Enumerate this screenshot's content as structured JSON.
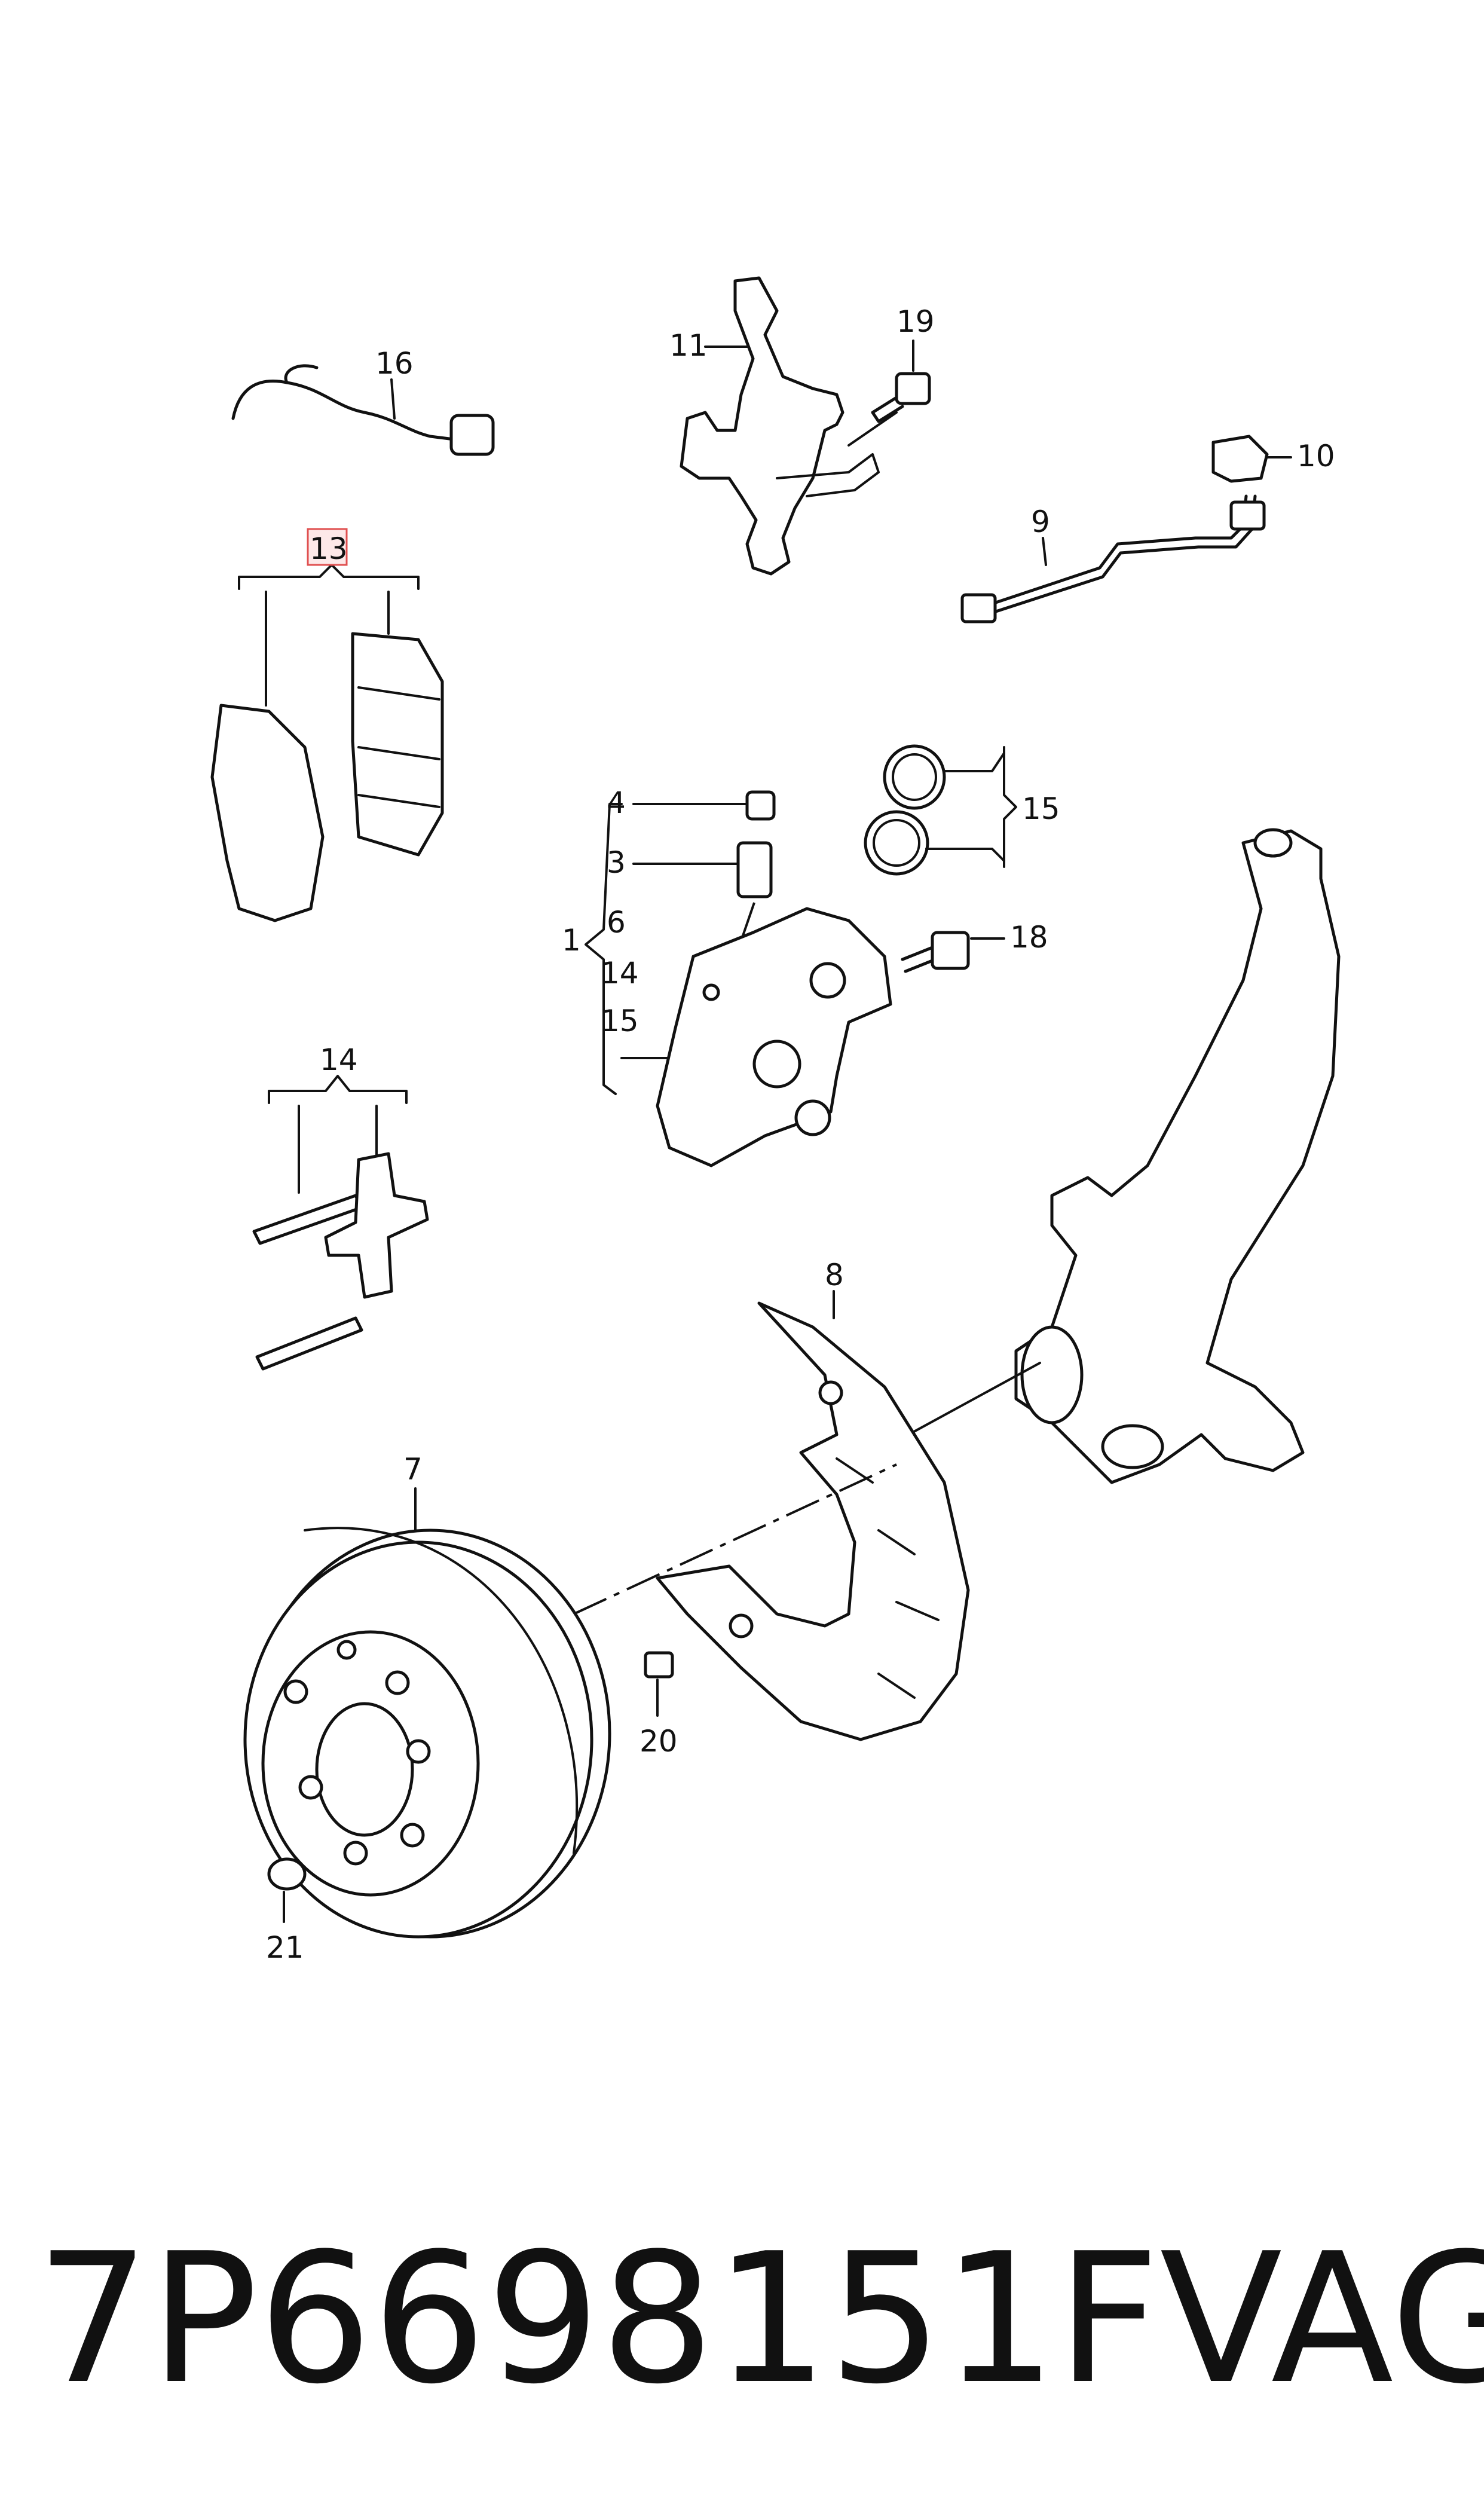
{
  "callouts": {
    "c1": "1",
    "c3": "3",
    "c4": "4",
    "c6": "6",
    "c7": "7",
    "c8": "8",
    "c9": "9",
    "c10": "10",
    "c11": "11",
    "c13": "13",
    "c14a": "14",
    "c14b": "14",
    "c15a": "15",
    "c15b": "15",
    "c16": "16",
    "c18": "18",
    "c19": "19",
    "c20": "20",
    "c21": "21"
  },
  "highlight_color": "#e05050",
  "caption": {
    "part_number": "7P6698151F",
    "brand": "VAG"
  }
}
